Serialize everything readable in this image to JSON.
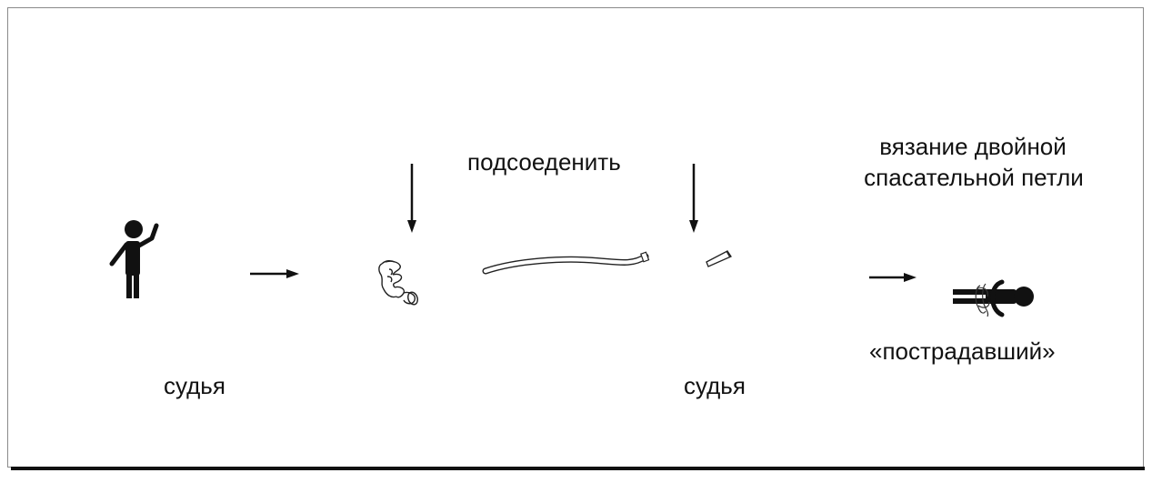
{
  "labels": {
    "judge_left": "судья",
    "connect": "подсоеденить",
    "judge_right": "судья",
    "knot_line1": "вязание двойной",
    "knot_line2": "спасательной петли",
    "victim": "«пострадавший»"
  },
  "icons": {
    "person": "person-waving-icon",
    "coiled_hose": "coiled-hose-icon",
    "hose": "hose-line-icon",
    "nozzle": "nozzle-icon",
    "victim": "lying-victim-icon",
    "arrow": "arrow-icon"
  },
  "colors": {
    "ink": "#111111",
    "border": "#8a8a8a",
    "background": "#ffffff"
  }
}
